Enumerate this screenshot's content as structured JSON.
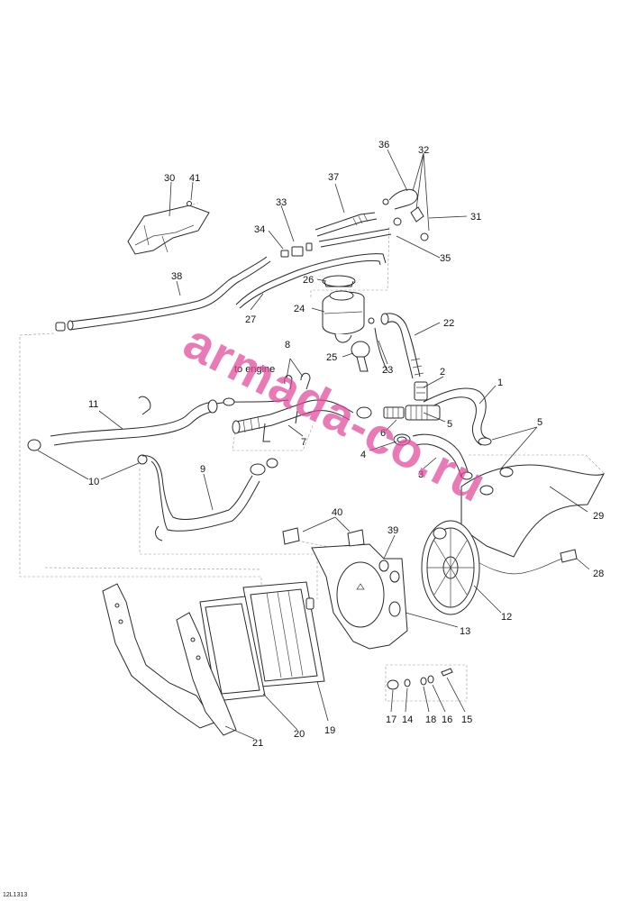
{
  "callouts": [
    {
      "id": "c1",
      "text": "1"
    },
    {
      "id": "c2",
      "text": "2"
    },
    {
      "id": "c3",
      "text": "3"
    },
    {
      "id": "c4",
      "text": "4"
    },
    {
      "id": "c5a",
      "text": "5"
    },
    {
      "id": "c5b",
      "text": "5"
    },
    {
      "id": "c6",
      "text": "6"
    },
    {
      "id": "c7",
      "text": "7"
    },
    {
      "id": "c8",
      "text": "8"
    },
    {
      "id": "c9",
      "text": "9"
    },
    {
      "id": "c10",
      "text": "10"
    },
    {
      "id": "c11",
      "text": "11"
    },
    {
      "id": "c12",
      "text": "12"
    },
    {
      "id": "c13",
      "text": "13"
    },
    {
      "id": "c14",
      "text": "14"
    },
    {
      "id": "c15",
      "text": "15"
    },
    {
      "id": "c16",
      "text": "16"
    },
    {
      "id": "c17",
      "text": "17"
    },
    {
      "id": "c18",
      "text": "18"
    },
    {
      "id": "c19",
      "text": "19"
    },
    {
      "id": "c20",
      "text": "20"
    },
    {
      "id": "c21",
      "text": "21"
    },
    {
      "id": "c22",
      "text": "22"
    },
    {
      "id": "c23",
      "text": "23"
    },
    {
      "id": "c24",
      "text": "24"
    },
    {
      "id": "c25",
      "text": "25"
    },
    {
      "id": "c26",
      "text": "26"
    },
    {
      "id": "c27",
      "text": "27"
    },
    {
      "id": "c28",
      "text": "28"
    },
    {
      "id": "c29",
      "text": "29"
    },
    {
      "id": "c30",
      "text": "30"
    },
    {
      "id": "c31",
      "text": "31"
    },
    {
      "id": "c32",
      "text": "32"
    },
    {
      "id": "c33",
      "text": "33"
    },
    {
      "id": "c34",
      "text": "34"
    },
    {
      "id": "c35",
      "text": "35"
    },
    {
      "id": "c36",
      "text": "36"
    },
    {
      "id": "c37",
      "text": "37"
    },
    {
      "id": "c38",
      "text": "38"
    },
    {
      "id": "c39",
      "text": "39"
    },
    {
      "id": "c40",
      "text": "40"
    },
    {
      "id": "c41",
      "text": "41"
    }
  ],
  "note_to_engine": "to engine",
  "figure_code": "12L1313",
  "watermark_text": "armada-co.ru",
  "colors": {
    "watermark": "#e0479a",
    "line": "#2a2a2a"
  }
}
